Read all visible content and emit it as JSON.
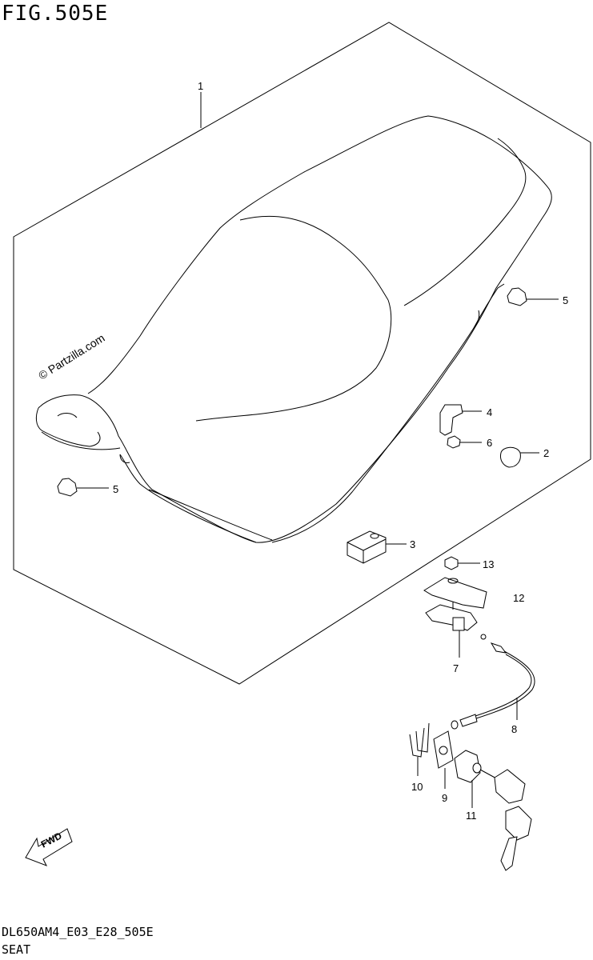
{
  "figure": {
    "title": "FIG.505E"
  },
  "footer": {
    "code": "DL650AM4_E03_E28_505E",
    "name": "SEAT"
  },
  "watermark": "© Partzilla.com",
  "fwd_label": "FWD",
  "callouts": {
    "c1": "1",
    "c2": "2",
    "c3": "3",
    "c4": "4",
    "c5a": "5",
    "c5b": "5",
    "c6": "6",
    "c7": "7",
    "c8": "8",
    "c9": "9",
    "c10": "10",
    "c11": "11",
    "c12": "12",
    "c13": "13"
  }
}
